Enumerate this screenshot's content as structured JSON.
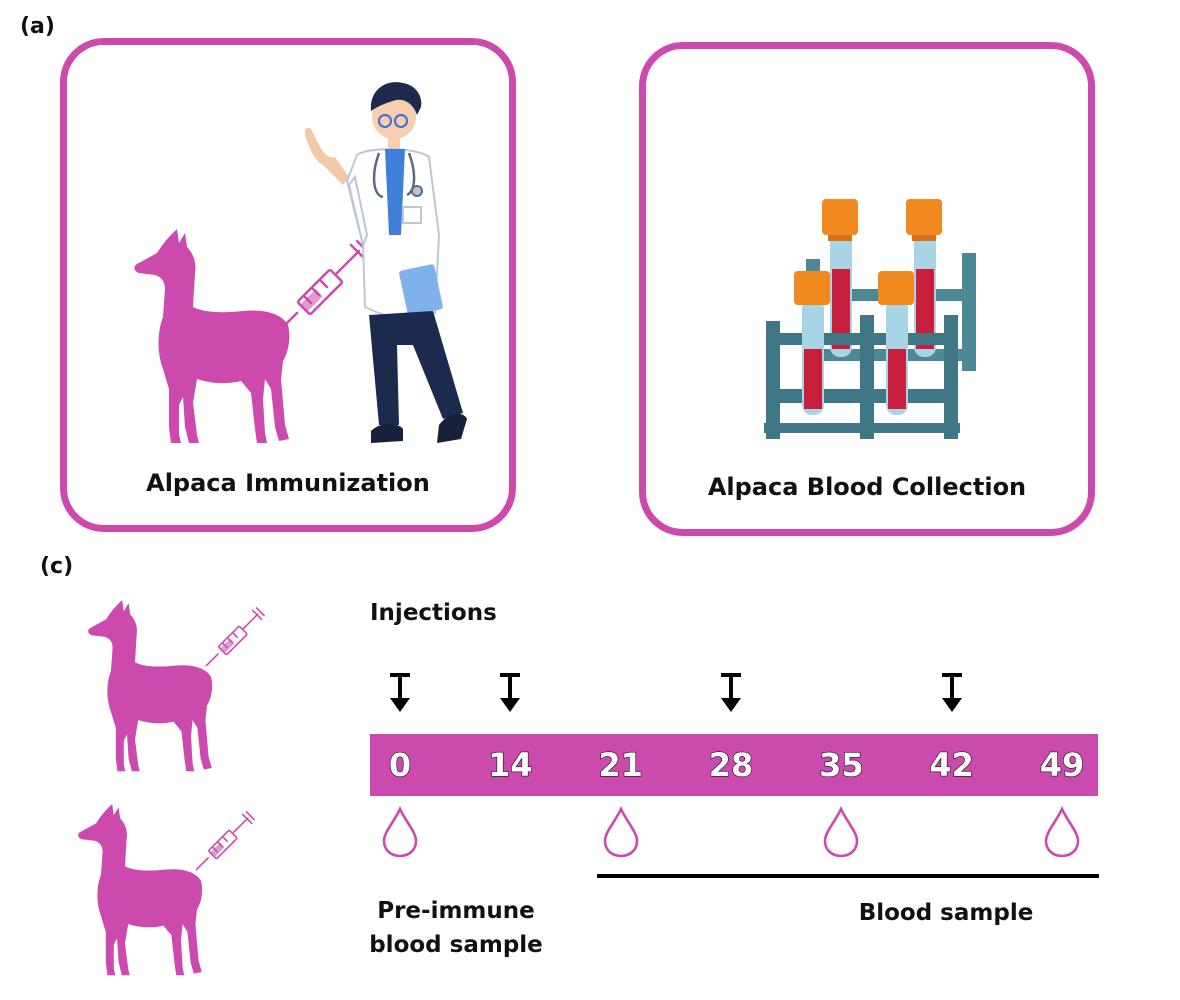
{
  "panels": {
    "a": {
      "label": "(a)",
      "cards": [
        {
          "caption": "Alpaca Immunization",
          "icons": [
            "alpaca-icon",
            "syringe-icon",
            "doctor-icon"
          ]
        },
        {
          "caption": "Alpaca Blood Collection",
          "icons": [
            "blood-tube-rack-icon"
          ]
        }
      ]
    },
    "c": {
      "label": "(c)",
      "injections_label": "Injections",
      "days": [
        "0",
        "14",
        "21",
        "28",
        "35",
        "42",
        "49"
      ],
      "injection_days": [
        "0",
        "14",
        "28",
        "42"
      ],
      "blood_draw_days": [
        "0",
        "21",
        "35",
        "49"
      ],
      "pre_immune_label_line1": "Pre-immune",
      "pre_immune_label_line2": "blood sample",
      "blood_sample_label": "Blood sample"
    }
  },
  "colors": {
    "accent": "#cc4aae",
    "bar": "#cc4aae",
    "rack": "#4d8896",
    "tube_cap": "#f08a1e",
    "blood": "#c8203c",
    "doctor_coat": "#ffffff",
    "doctor_pants": "#1b2a4d",
    "doctor_shirt": "#3f7fd8"
  }
}
